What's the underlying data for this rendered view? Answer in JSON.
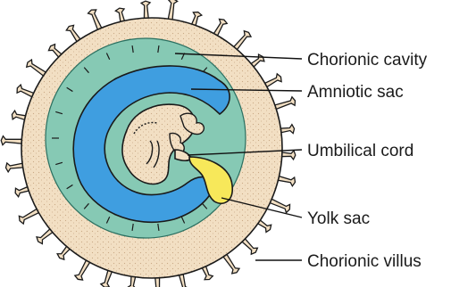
{
  "diagram": {
    "labels": {
      "chorionic_cavity": "Chorionic cavity",
      "amniotic_sac": "Amniotic sac",
      "umbilical_cord": "Umbilical cord",
      "yolk_sac": "Yolk sac",
      "chorionic_villus": "Chorionic villus"
    },
    "colors": {
      "chorion": "#f2dfc3",
      "chorionic_cavity": "#86c9b4",
      "amniotic_sac": "#3f9ee0",
      "embryo": "#f2dfc3",
      "yolk_sac": "#f7e85a",
      "outline": "#1a1a1a"
    }
  }
}
